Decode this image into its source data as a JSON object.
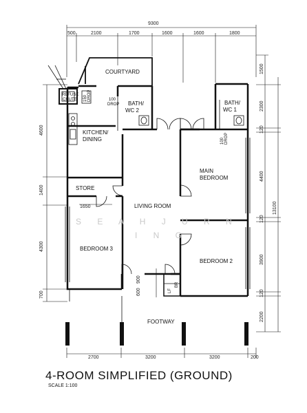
{
  "title": "4-ROOM SIMPLIFIED (GROUND)",
  "scale": "SCALE   1:100",
  "watermark": {
    "line1": "S E A H   J U R N",
    "line2": "I N G"
  },
  "rooms": {
    "courtyard": "COURTYARD",
    "bath2": "BATH/",
    "bath2_b": "WC 2",
    "bath1": "BATH/",
    "bath1_b": "WC 1",
    "kitchen": "KITCHEN/",
    "kitchen_b": "DINING",
    "main_bedroom": "MAIN",
    "main_bedroom_b": "BEDROOM",
    "store": "STORE",
    "living": "LIVING ROOM",
    "bedroom3": "BEDROOM 3",
    "bedroom2": "BEDROOM 2",
    "footway": "FOOTWAY",
    "refuse": "REFUSE",
    "refuse_b": "CHUTE"
  },
  "labels": {
    "drop150": "150",
    "drop150_b": "DROP",
    "drop100a": "100",
    "drop100a_b": "DROP",
    "drop100b": "100",
    "drop100b_b": "DROP",
    "lf": "LF",
    "br": "BR"
  },
  "dimensions": {
    "top_total": "9300",
    "top": [
      "500",
      "2100",
      "1700",
      "1600",
      "1600",
      "1800"
    ],
    "bottom": [
      "2700",
      "3200",
      "3200",
      "200"
    ],
    "left": [
      "4600",
      "1400",
      "4300",
      "700"
    ],
    "right": [
      "1500",
      "2300",
      "120",
      "4400",
      "120",
      "3900",
      "120",
      "2200"
    ],
    "right_total": "13100",
    "inner": [
      "1650",
      "900",
      "600"
    ]
  }
}
